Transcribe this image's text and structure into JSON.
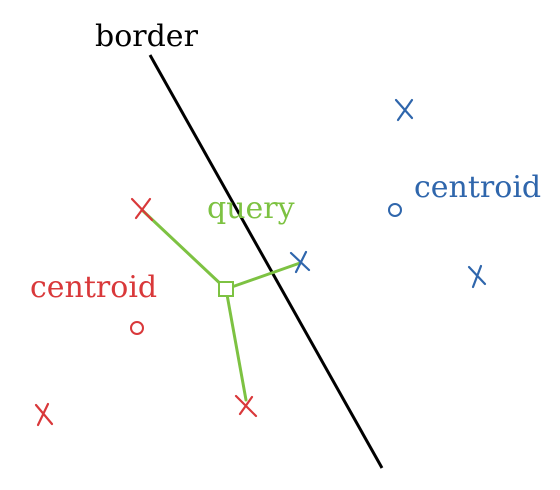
{
  "labels": {
    "border": "border",
    "query": "query",
    "centroid_red": "centroid",
    "centroid_blue": "centroid"
  },
  "colors": {
    "border_line": "#000000",
    "red_class": "#d9383a",
    "blue_class": "#2f66ac",
    "query": "#7dc242"
  },
  "markers": {
    "red_points": "x-mark",
    "blue_points": "x-mark",
    "centroids": "circle",
    "query_point": "square"
  }
}
